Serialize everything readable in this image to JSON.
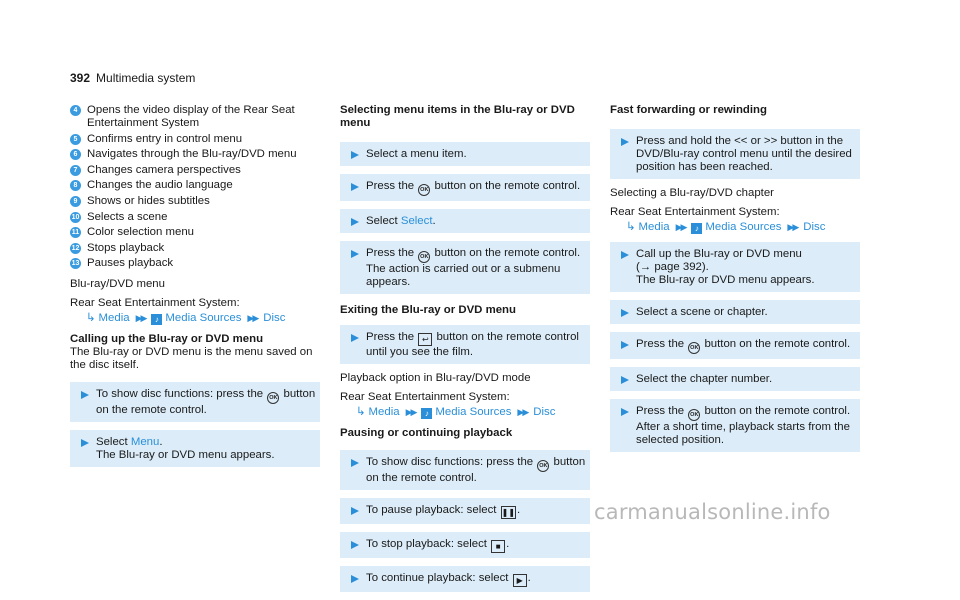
{
  "header": {
    "page_number": "392",
    "title": "Multimedia system"
  },
  "col1": {
    "items": [
      {
        "num": "4",
        "text": "Opens the video display of the Rear Seat Entertainment System"
      },
      {
        "num": "5",
        "text": "Confirms entry in control menu"
      },
      {
        "num": "6",
        "text": "Navigates through the Blu-ray/DVD menu"
      },
      {
        "num": "7",
        "text": "Changes camera perspectives"
      },
      {
        "num": "8",
        "text": "Changes the audio language"
      },
      {
        "num": "9",
        "text": "Shows or hides subtitles"
      },
      {
        "num": "10",
        "text": "Selects a scene"
      },
      {
        "num": "11",
        "text": "Color selection menu"
      },
      {
        "num": "12",
        "text": "Stops playback"
      },
      {
        "num": "13",
        "text": "Pauses playback"
      }
    ],
    "menu_label": "Blu-ray/DVD menu",
    "rse_label": "Rear Seat Entertainment System:",
    "path": {
      "media": "Media",
      "sources": "Media Sources",
      "disc": "Disc"
    },
    "calling_heading": "Calling up the Blu-ray or DVD menu",
    "calling_text": "The Blu-ray or DVD menu is the menu saved on the disc itself.",
    "step1_a": "To show disc functions: press the",
    "step1_b": "button on the remote control.",
    "step2_a": "Select",
    "step2_link": "Menu",
    "step2_b": ".",
    "step2_c": "The Blu-ray or DVD menu appears."
  },
  "col2": {
    "heading1": "Selecting menu items in the Blu-ray or DVD menu",
    "s1": "Select a menu item.",
    "s2_a": "Press the",
    "s2_b": "button on the remote control.",
    "s3_a": "Select",
    "s3_link": "Select",
    "s3_b": ".",
    "s4_a": "Press the",
    "s4_b": "button on the remote control. The action is carried out or a submenu appears.",
    "heading2": "Exiting the Blu-ray or DVD menu",
    "s5_a": "Press the",
    "s5_b": "button on the remote control until you see the film.",
    "playback_label": "Playback option in Blu-ray/DVD mode",
    "rse_label": "Rear Seat Entertainment System:",
    "path": {
      "media": "Media",
      "sources": "Media Sources",
      "disc": "Disc"
    },
    "heading3": "Pausing or continuing playback",
    "s6_a": "To show disc functions: press the",
    "s6_b": "button on the remote control.",
    "s7_a": "To pause playback: select",
    "s7_b": ".",
    "s8_a": "To stop playback: select",
    "s8_b": ".",
    "s9_a": "To continue playback: select",
    "s9_b": "."
  },
  "col3": {
    "heading1": "Fast forwarding or rewinding",
    "s1": "Press and hold the << or >> button in the DVD/Blu-ray control menu until the desired position has been reached.",
    "chapter_label": "Selecting a Blu-ray/DVD chapter",
    "rse_label": "Rear Seat Entertainment System:",
    "path": {
      "media": "Media",
      "sources": "Media Sources",
      "disc": "Disc"
    },
    "s2_a": "Call up the Blu-ray or DVD menu",
    "s2_b": "(→ page 392).",
    "s2_c": "The Blu-ray or DVD menu appears.",
    "s3": "Select a scene or chapter.",
    "s4_a": "Press the",
    "s4_b": "button on the remote control.",
    "s5": "Select the chapter number.",
    "s6_a": "Press the",
    "s6_b": "button on the remote control. After a short time, playback starts from the selected position."
  },
  "icons": {
    "ok_glyph": "OK",
    "back_glyph": "↩",
    "pause_glyph": "❚❚",
    "stop_glyph": "■",
    "play_glyph": "▶"
  },
  "watermark": "carmanualsonline.info"
}
